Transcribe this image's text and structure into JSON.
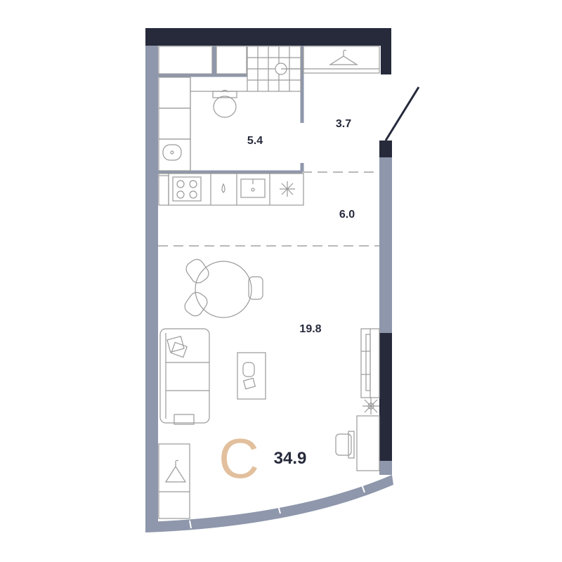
{
  "plan": {
    "apartment_type": "C",
    "total_area": "34.9",
    "rooms": {
      "bathroom": "5.4",
      "hallway": "3.7",
      "kitchen": "6.0",
      "living": "19.8"
    },
    "colors": {
      "wall_dark": "#262a3b",
      "window": "#8e97ab",
      "fixture_line": "#9a9a9a",
      "text": "#262a3b",
      "accent": "#e2bf9d",
      "dashed": "#b9b9b9"
    }
  }
}
